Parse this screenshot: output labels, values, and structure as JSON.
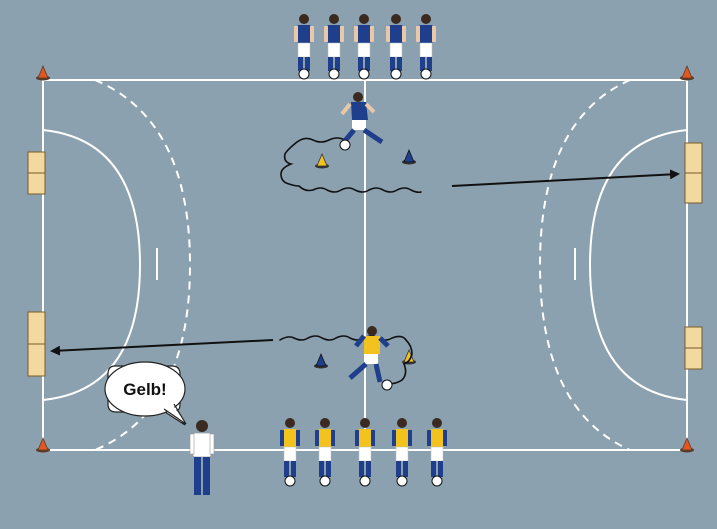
{
  "diagram": {
    "speech_bubble_text": "Gelb!",
    "colors": {
      "field_background": "#8ba1b0",
      "lines": "#ffffff",
      "team_blue": "#1f3f8c",
      "team_yellow": "#f2c21f",
      "goal": "#f2d9a0",
      "cone_orange": "#e0571f",
      "cone_yellow": "#f2c21f",
      "cone_blue": "#1f3f8c",
      "arrow": "#111111",
      "dribble_path": "#111111"
    },
    "blue_team_waiting_count": 5,
    "yellow_team_waiting_count": 5,
    "icons": [
      "corner-cone-icon",
      "slalom-cone-icon",
      "player-icon",
      "ball-icon",
      "coach-icon",
      "goal-icon",
      "speech-bubble-icon"
    ]
  }
}
